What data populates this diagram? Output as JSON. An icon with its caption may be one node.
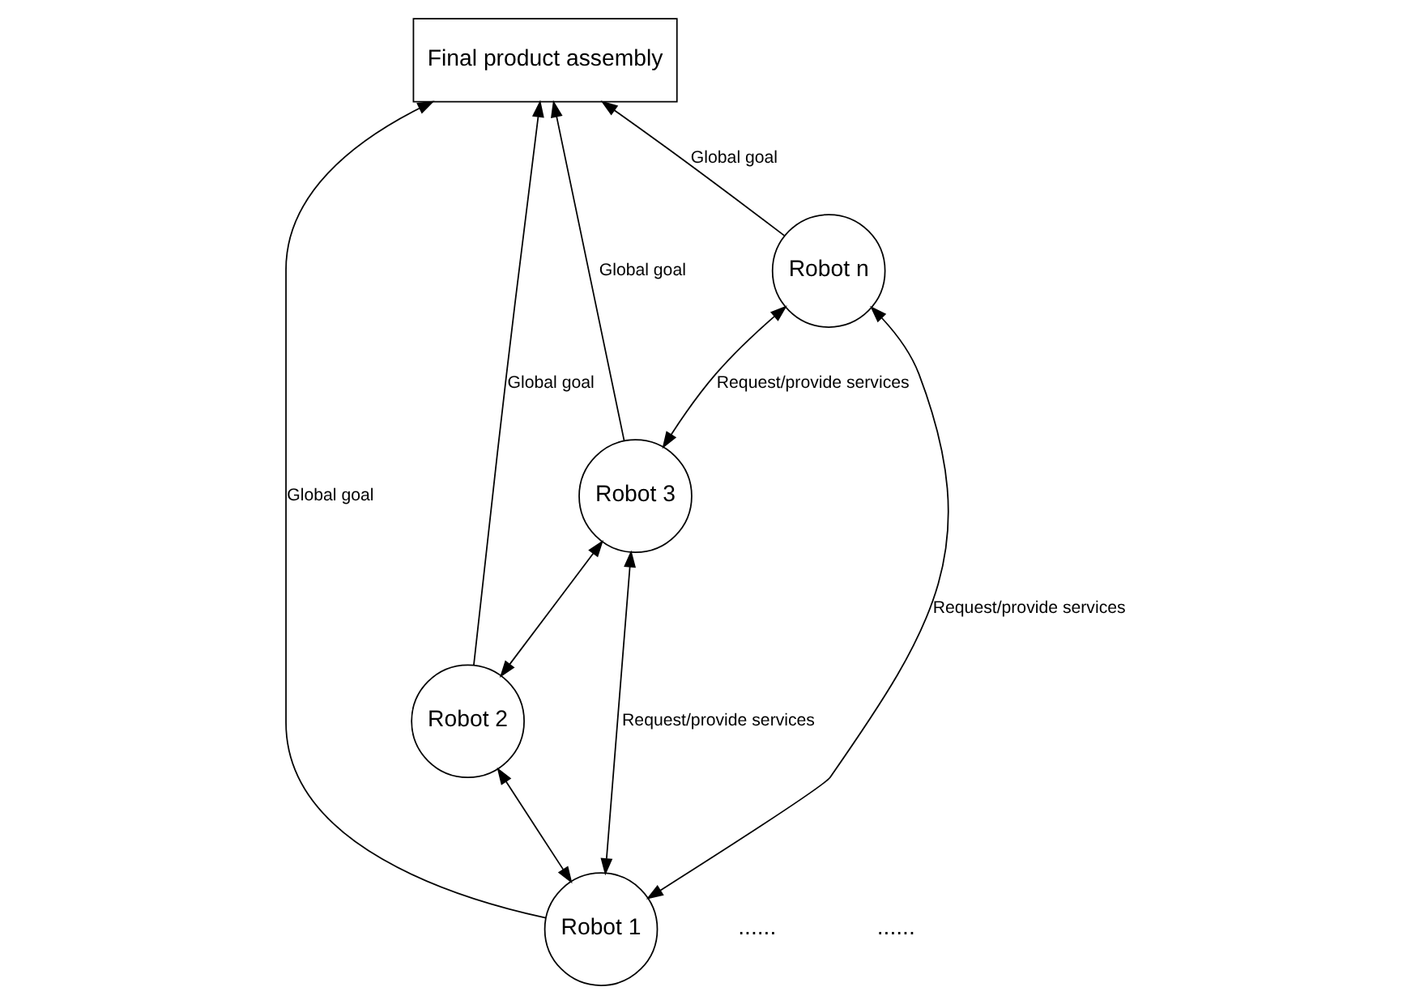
{
  "diagram": {
    "nodes": [
      {
        "text": [
          "Final product assembly"
        ]
      },
      {
        "text": [
          "Robot 1"
        ]
      },
      {
        "text": [
          "Robot 2"
        ]
      },
      {
        "text": [
          "Robot 3"
        ]
      },
      {
        "text": [
          "Robot n"
        ]
      }
    ],
    "edges": [
      {
        "from": 1,
        "to": 0,
        "arrow": "to",
        "label": "Global goal"
      },
      {
        "from": 2,
        "to": 0,
        "arrow": "to",
        "label": "Global goal"
      },
      {
        "from": 3,
        "to": 0,
        "arrow": "to",
        "label": "Global goal"
      },
      {
        "from": 4,
        "to": 0,
        "arrow": "to",
        "label": "Global goal"
      },
      {
        "from": 1,
        "to": 2,
        "arrow": "both"
      },
      {
        "from": 2,
        "to": 3,
        "arrow": "both"
      },
      {
        "from": 3,
        "to": 4,
        "arrow": "both",
        "label": "Request/provide services"
      },
      {
        "from": 1,
        "to": 3,
        "arrow": "both",
        "label": "Request/provide services"
      },
      {
        "from": 1,
        "to": 4,
        "arrow": "both",
        "label": "Request/provide services"
      }
    ],
    "labels": [
      "......",
      "......"
    ]
  }
}
